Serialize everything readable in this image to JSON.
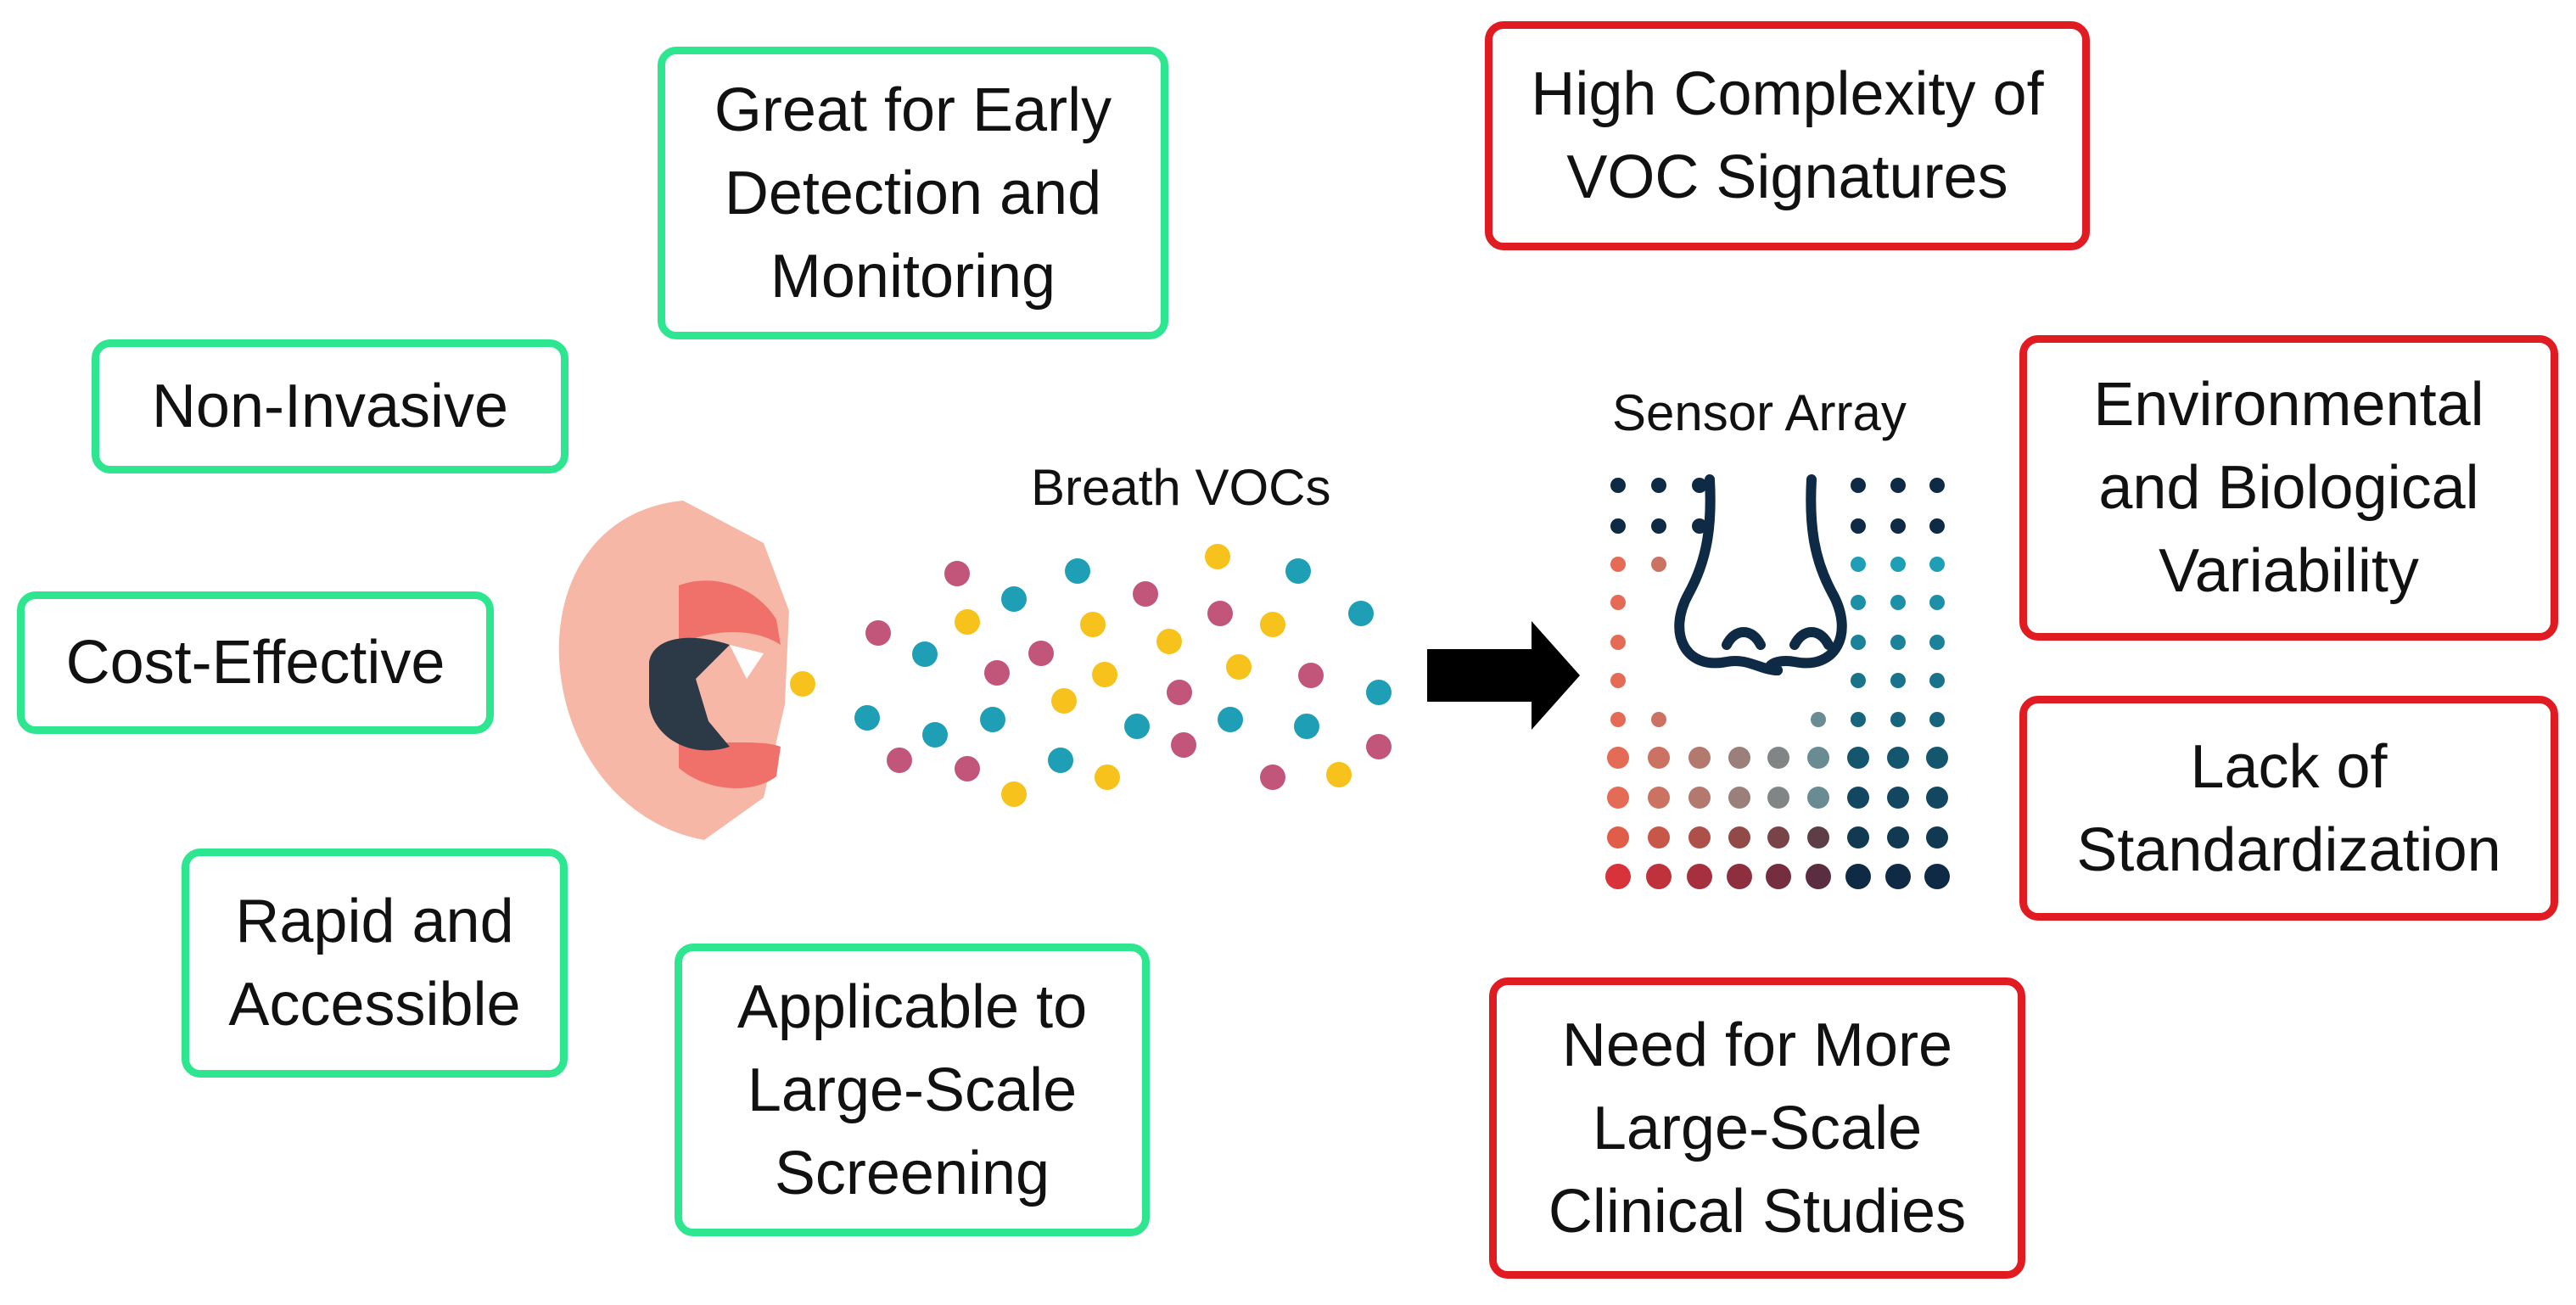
{
  "colors": {
    "advantage_border": "#2ee68f",
    "limitation_border": "#e01b22",
    "mouth_skin": "#f6b7a6",
    "lips": "#f0716a",
    "mouth_dark": "#2c3a47",
    "voc_yellow": "#f7c21b",
    "voc_pink": "#c2567a",
    "voc_teal": "#1f9fb6",
    "navy": "#0f2a44"
  },
  "advantages": [
    {
      "id": "early-detection",
      "text": "Great for Early\nDetection and\nMonitoring"
    },
    {
      "id": "non-invasive",
      "text": "Non-Invasive"
    },
    {
      "id": "cost-effective",
      "text": "Cost-Effective"
    },
    {
      "id": "rapid-accessible",
      "text": "Rapid and\nAccessible"
    },
    {
      "id": "large-scale-screening",
      "text": "Applicable to\nLarge-Scale\nScreening"
    }
  ],
  "limitations": [
    {
      "id": "voc-complexity",
      "text": "High Complexity of\nVOC Signatures"
    },
    {
      "id": "variability",
      "text": "Environmental\nand Biological\nVariability"
    },
    {
      "id": "standardization",
      "text": "Lack of\nStandardization"
    },
    {
      "id": "clinical-studies",
      "text": "Need for More\nLarge-Scale\nClinical Studies"
    }
  ],
  "labels": {
    "breath_vocs": "Breath VOCs",
    "sensor_array": "Sensor Array"
  },
  "icons": [
    "mouth-icon",
    "arrow-right-icon",
    "nose-icon"
  ]
}
